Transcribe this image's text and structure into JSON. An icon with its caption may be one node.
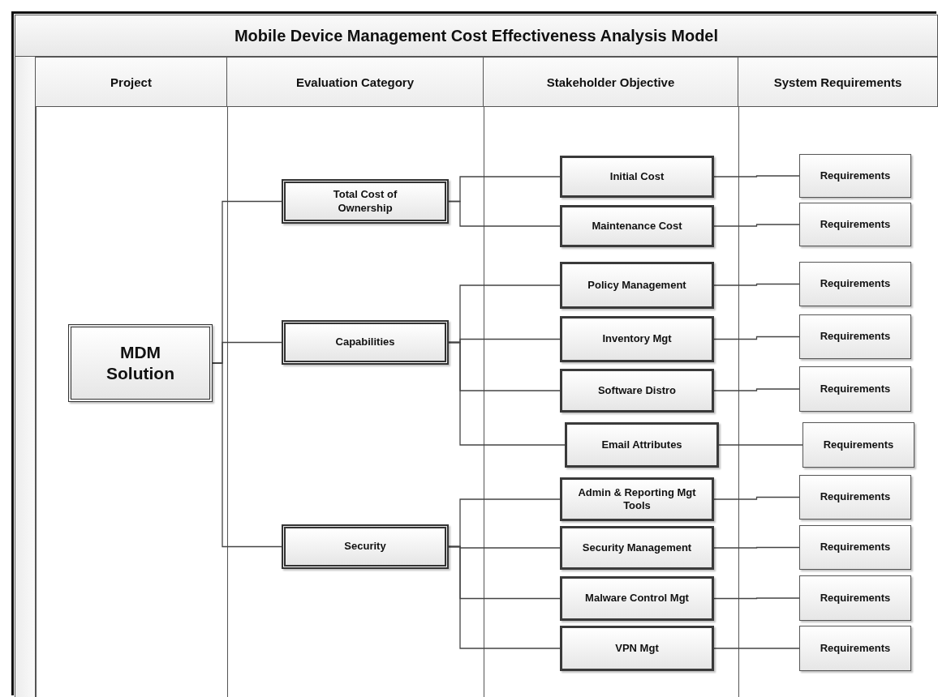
{
  "diagram": {
    "title": "Mobile Device Management Cost Effectiveness Analysis Model",
    "nodes": [
      {
        "text": [
          "MDM Solution"
        ]
      },
      {
        "text": [
          "Total Cost of Ownership"
        ]
      },
      {
        "text": [
          "Capabilities"
        ]
      },
      {
        "text": [
          "Security"
        ]
      },
      {
        "text": [
          "Initial Cost"
        ]
      },
      {
        "text": [
          "Maintenance Cost"
        ]
      },
      {
        "text": [
          "Policy Management"
        ]
      },
      {
        "text": [
          "Inventory Mgt"
        ]
      },
      {
        "text": [
          "Software Distro"
        ]
      },
      {
        "text": [
          "Email Attributes"
        ]
      },
      {
        "text": [
          "Admin & Reporting Mgt Tools"
        ]
      },
      {
        "text": [
          "Security Management"
        ]
      },
      {
        "text": [
          "Malware Control Mgt"
        ]
      },
      {
        "text": [
          "VPN Mgt"
        ]
      },
      {
        "text": [
          "Requirements"
        ]
      },
      {
        "text": [
          "Requirements"
        ]
      },
      {
        "text": [
          "Requirements"
        ]
      },
      {
        "text": [
          "Requirements"
        ]
      },
      {
        "text": [
          "Requirements"
        ]
      },
      {
        "text": [
          "Requirements"
        ]
      },
      {
        "text": [
          "Requirements"
        ]
      },
      {
        "text": [
          "Requirements"
        ]
      },
      {
        "text": [
          "Requirements"
        ]
      },
      {
        "text": [
          "Requirements"
        ]
      }
    ],
    "edges": [
      {
        "from": 0,
        "to": 1,
        "arrow": "none"
      },
      {
        "from": 0,
        "to": 2,
        "arrow": "none"
      },
      {
        "from": 0,
        "to": 3,
        "arrow": "none"
      },
      {
        "from": 1,
        "to": 4,
        "arrow": "none"
      },
      {
        "from": 1,
        "to": 5,
        "arrow": "none"
      },
      {
        "from": 2,
        "to": 6,
        "arrow": "none"
      },
      {
        "from": 2,
        "to": 7,
        "arrow": "none"
      },
      {
        "from": 2,
        "to": 8,
        "arrow": "none"
      },
      {
        "from": 2,
        "to": 9,
        "arrow": "none"
      },
      {
        "from": 3,
        "to": 10,
        "arrow": "none"
      },
      {
        "from": 3,
        "to": 11,
        "arrow": "none"
      },
      {
        "from": 3,
        "to": 12,
        "arrow": "none"
      },
      {
        "from": 3,
        "to": 13,
        "arrow": "none"
      },
      {
        "from": 4,
        "to": 14,
        "arrow": "none"
      },
      {
        "from": 5,
        "to": 15,
        "arrow": "none"
      },
      {
        "from": 6,
        "to": 16,
        "arrow": "none"
      },
      {
        "from": 7,
        "to": 17,
        "arrow": "none"
      },
      {
        "from": 8,
        "to": 18,
        "arrow": "none"
      },
      {
        "from": 9,
        "to": 19,
        "arrow": "none"
      },
      {
        "from": 10,
        "to": 20,
        "arrow": "none"
      },
      {
        "from": 11,
        "to": 21,
        "arrow": "none"
      },
      {
        "from": 12,
        "to": 22,
        "arrow": "none"
      },
      {
        "from": 13,
        "to": 23,
        "arrow": "none"
      }
    ],
    "labels": [
      "Project",
      "Evaluation Category",
      "Stakeholder Objective",
      "System Requirements"
    ]
  }
}
